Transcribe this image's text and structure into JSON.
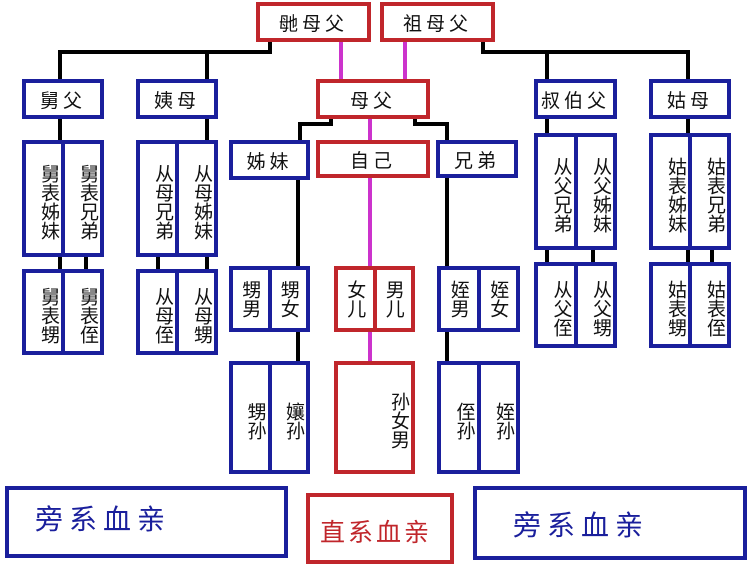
{
  "top": {
    "maternal_grandparents": "毑母父",
    "paternal_grandparents": "祖母父"
  },
  "second": {
    "maternal_uncle": "舅父",
    "maternal_aunt": "姨母",
    "parents": "母父",
    "paternal_uncle": "叔伯父",
    "paternal_aunt": "姑母"
  },
  "third": {
    "sisters": "姊妹",
    "self": "自己",
    "brothers": "兄弟"
  },
  "cousins": {
    "jiu_biao": [
      "舅表姊妹",
      "舅表兄弟"
    ],
    "cong_mu": [
      "从母兄弟",
      "从母姊妹"
    ],
    "cong_fu": [
      "从父兄弟",
      "从父姊妹"
    ],
    "gu_biao": [
      "姑表姊妹",
      "姑表兄弟"
    ]
  },
  "cousin_children": {
    "jiu_biao": [
      "舅表甥",
      "舅表侄"
    ],
    "cong_mu": [
      "从母侄",
      "从母甥"
    ],
    "cong_fu": [
      "从父侄",
      "从父甥"
    ],
    "gu_biao": [
      "姑表甥",
      "姑表侄"
    ]
  },
  "children": {
    "sister_children": [
      "甥男",
      "甥女"
    ],
    "own_children": [
      "女儿",
      "男儿"
    ],
    "brother_children": [
      "姪男",
      "姪女"
    ]
  },
  "grandchildren": {
    "sister_side": [
      "甥孙",
      "孃孙"
    ],
    "own": [
      "孙女男"
    ],
    "brother_side": [
      "侄孙",
      "姪孙"
    ]
  },
  "legend": {
    "collateral_left": "旁系血亲",
    "lineal": "直系血亲",
    "collateral_right": "旁系血亲"
  },
  "colors": {
    "lineal": "#c0262b",
    "collateral": "#1a1f9c",
    "lineal_link": "#cc33cc",
    "link": "#000000"
  }
}
